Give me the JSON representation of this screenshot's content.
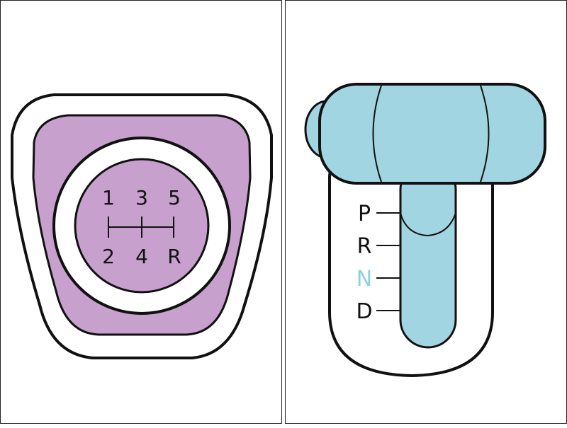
{
  "manual": {
    "gears_top": [
      "1",
      "3",
      "5"
    ],
    "gears_bottom": [
      "2",
      "4",
      "R"
    ],
    "colors": {
      "body": "#c7a0cd",
      "outline": "#111111",
      "ring": "#ffffff"
    }
  },
  "automatic": {
    "positions": [
      {
        "label": "P",
        "active": false
      },
      {
        "label": "R",
        "active": false
      },
      {
        "label": "N",
        "active": true
      },
      {
        "label": "D",
        "active": false
      }
    ],
    "colors": {
      "body": "#a1d5e2",
      "outline": "#111111",
      "active_label": "#8ecfe0",
      "label": "#111111"
    }
  }
}
